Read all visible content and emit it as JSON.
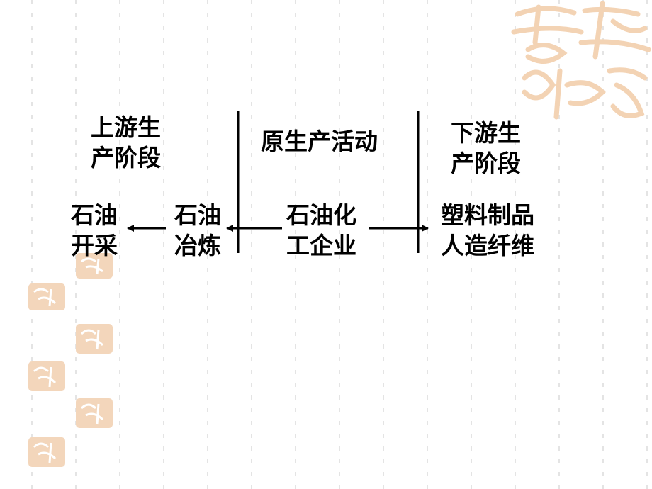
{
  "diagram": {
    "upstream_stage": [
      "上游生",
      "产阶段"
    ],
    "primary_activity": "原生产活动",
    "downstream_stage": [
      "下游生",
      "产阶段"
    ],
    "nodes": {
      "oil_extraction": [
        "石油",
        "开采"
      ],
      "oil_refining": [
        "石油",
        "冶炼"
      ],
      "petrochemical": [
        "石油化",
        "工企业"
      ],
      "products": [
        "塑料制品",
        "人造纤维"
      ]
    }
  },
  "decoration": {
    "seal_color": "#f0c9a4",
    "seal_text": "吉祥如意"
  }
}
